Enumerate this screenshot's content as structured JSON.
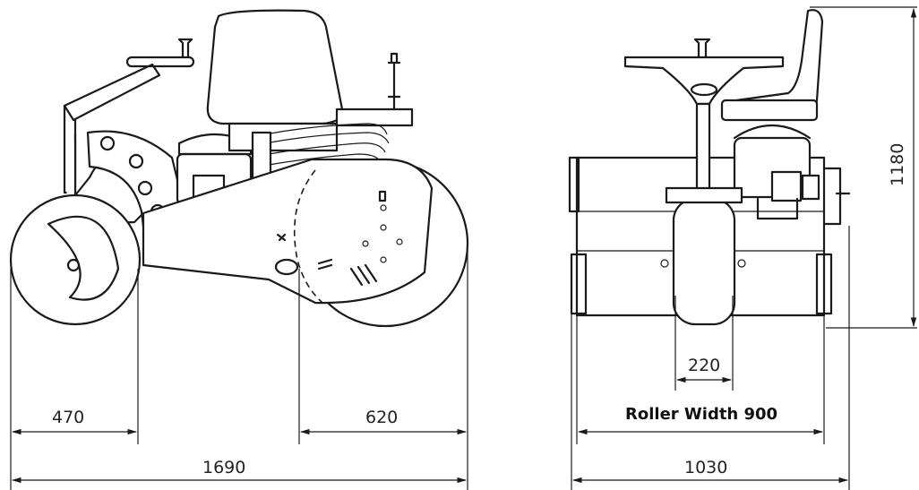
{
  "dimensions": {
    "side_view": {
      "front_roller": "470",
      "rear_roller": "620",
      "overall_length": "1690"
    },
    "rear_view": {
      "center_wheel": "220",
      "roller_width_label": "Roller Width 900",
      "overall_width": "1030",
      "overall_height": "1180"
    }
  }
}
